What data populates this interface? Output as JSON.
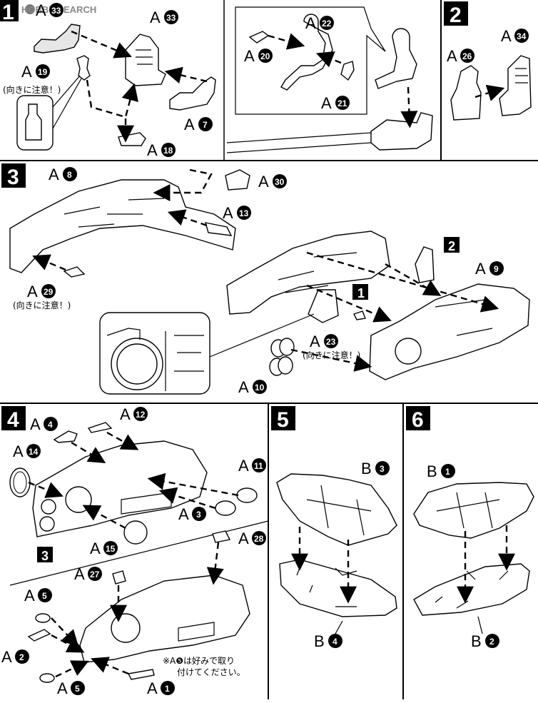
{
  "watermark": "HOBBY SEARCH",
  "steps": [
    {
      "num": "1",
      "labels": [
        "A",
        "A",
        "A",
        "A",
        "A",
        "A",
        "A",
        "A"
      ],
      "codes": [
        "33",
        "33",
        "19",
        "18",
        "7",
        "22",
        "20",
        "21"
      ],
      "note": "(向きに注意！)"
    },
    {
      "num": "2",
      "codes": [
        "26",
        "34"
      ]
    },
    {
      "num": "3",
      "codes": [
        "8",
        "30",
        "13",
        "29",
        "9",
        "23",
        "10"
      ],
      "notes": [
        "(向きに注意！)",
        "(向きに注意！)"
      ],
      "refs": [
        "2",
        "1"
      ]
    },
    {
      "num": "4",
      "codes": [
        "4",
        "12",
        "14",
        "11",
        "3",
        "15",
        "28",
        "27",
        "5",
        "2",
        "5",
        "1"
      ],
      "ref": "3",
      "note_lines": [
        "※A❺は好みで取り",
        "付けてください。"
      ]
    },
    {
      "num": "5",
      "codes": [
        "3",
        "4"
      ],
      "letters": [
        "B",
        "B"
      ]
    },
    {
      "num": "6",
      "codes": [
        "1",
        "2"
      ],
      "letters": [
        "B",
        "B"
      ]
    }
  ]
}
